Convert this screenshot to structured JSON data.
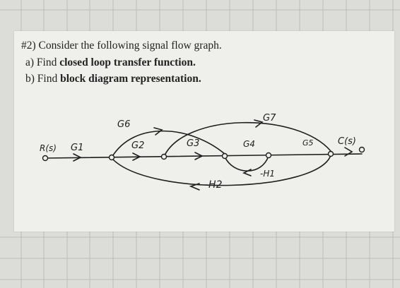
{
  "question": {
    "title": "#2) Consider the following signal flow graph.",
    "part_a_prefix": "a) Find ",
    "part_a_bold": "closed loop transfer function.",
    "part_b_prefix": "b) Find ",
    "part_b_bold": "block diagram representation."
  },
  "graph": {
    "input_label": "R(s)",
    "output_label": "C(s)",
    "labels": {
      "g1": "G1",
      "g2": "G2",
      "g3": "G3",
      "g4": "G4",
      "g5": "G5",
      "g6": "G6",
      "g7": "G7",
      "h1": "-H1",
      "h2": "-H2"
    }
  }
}
